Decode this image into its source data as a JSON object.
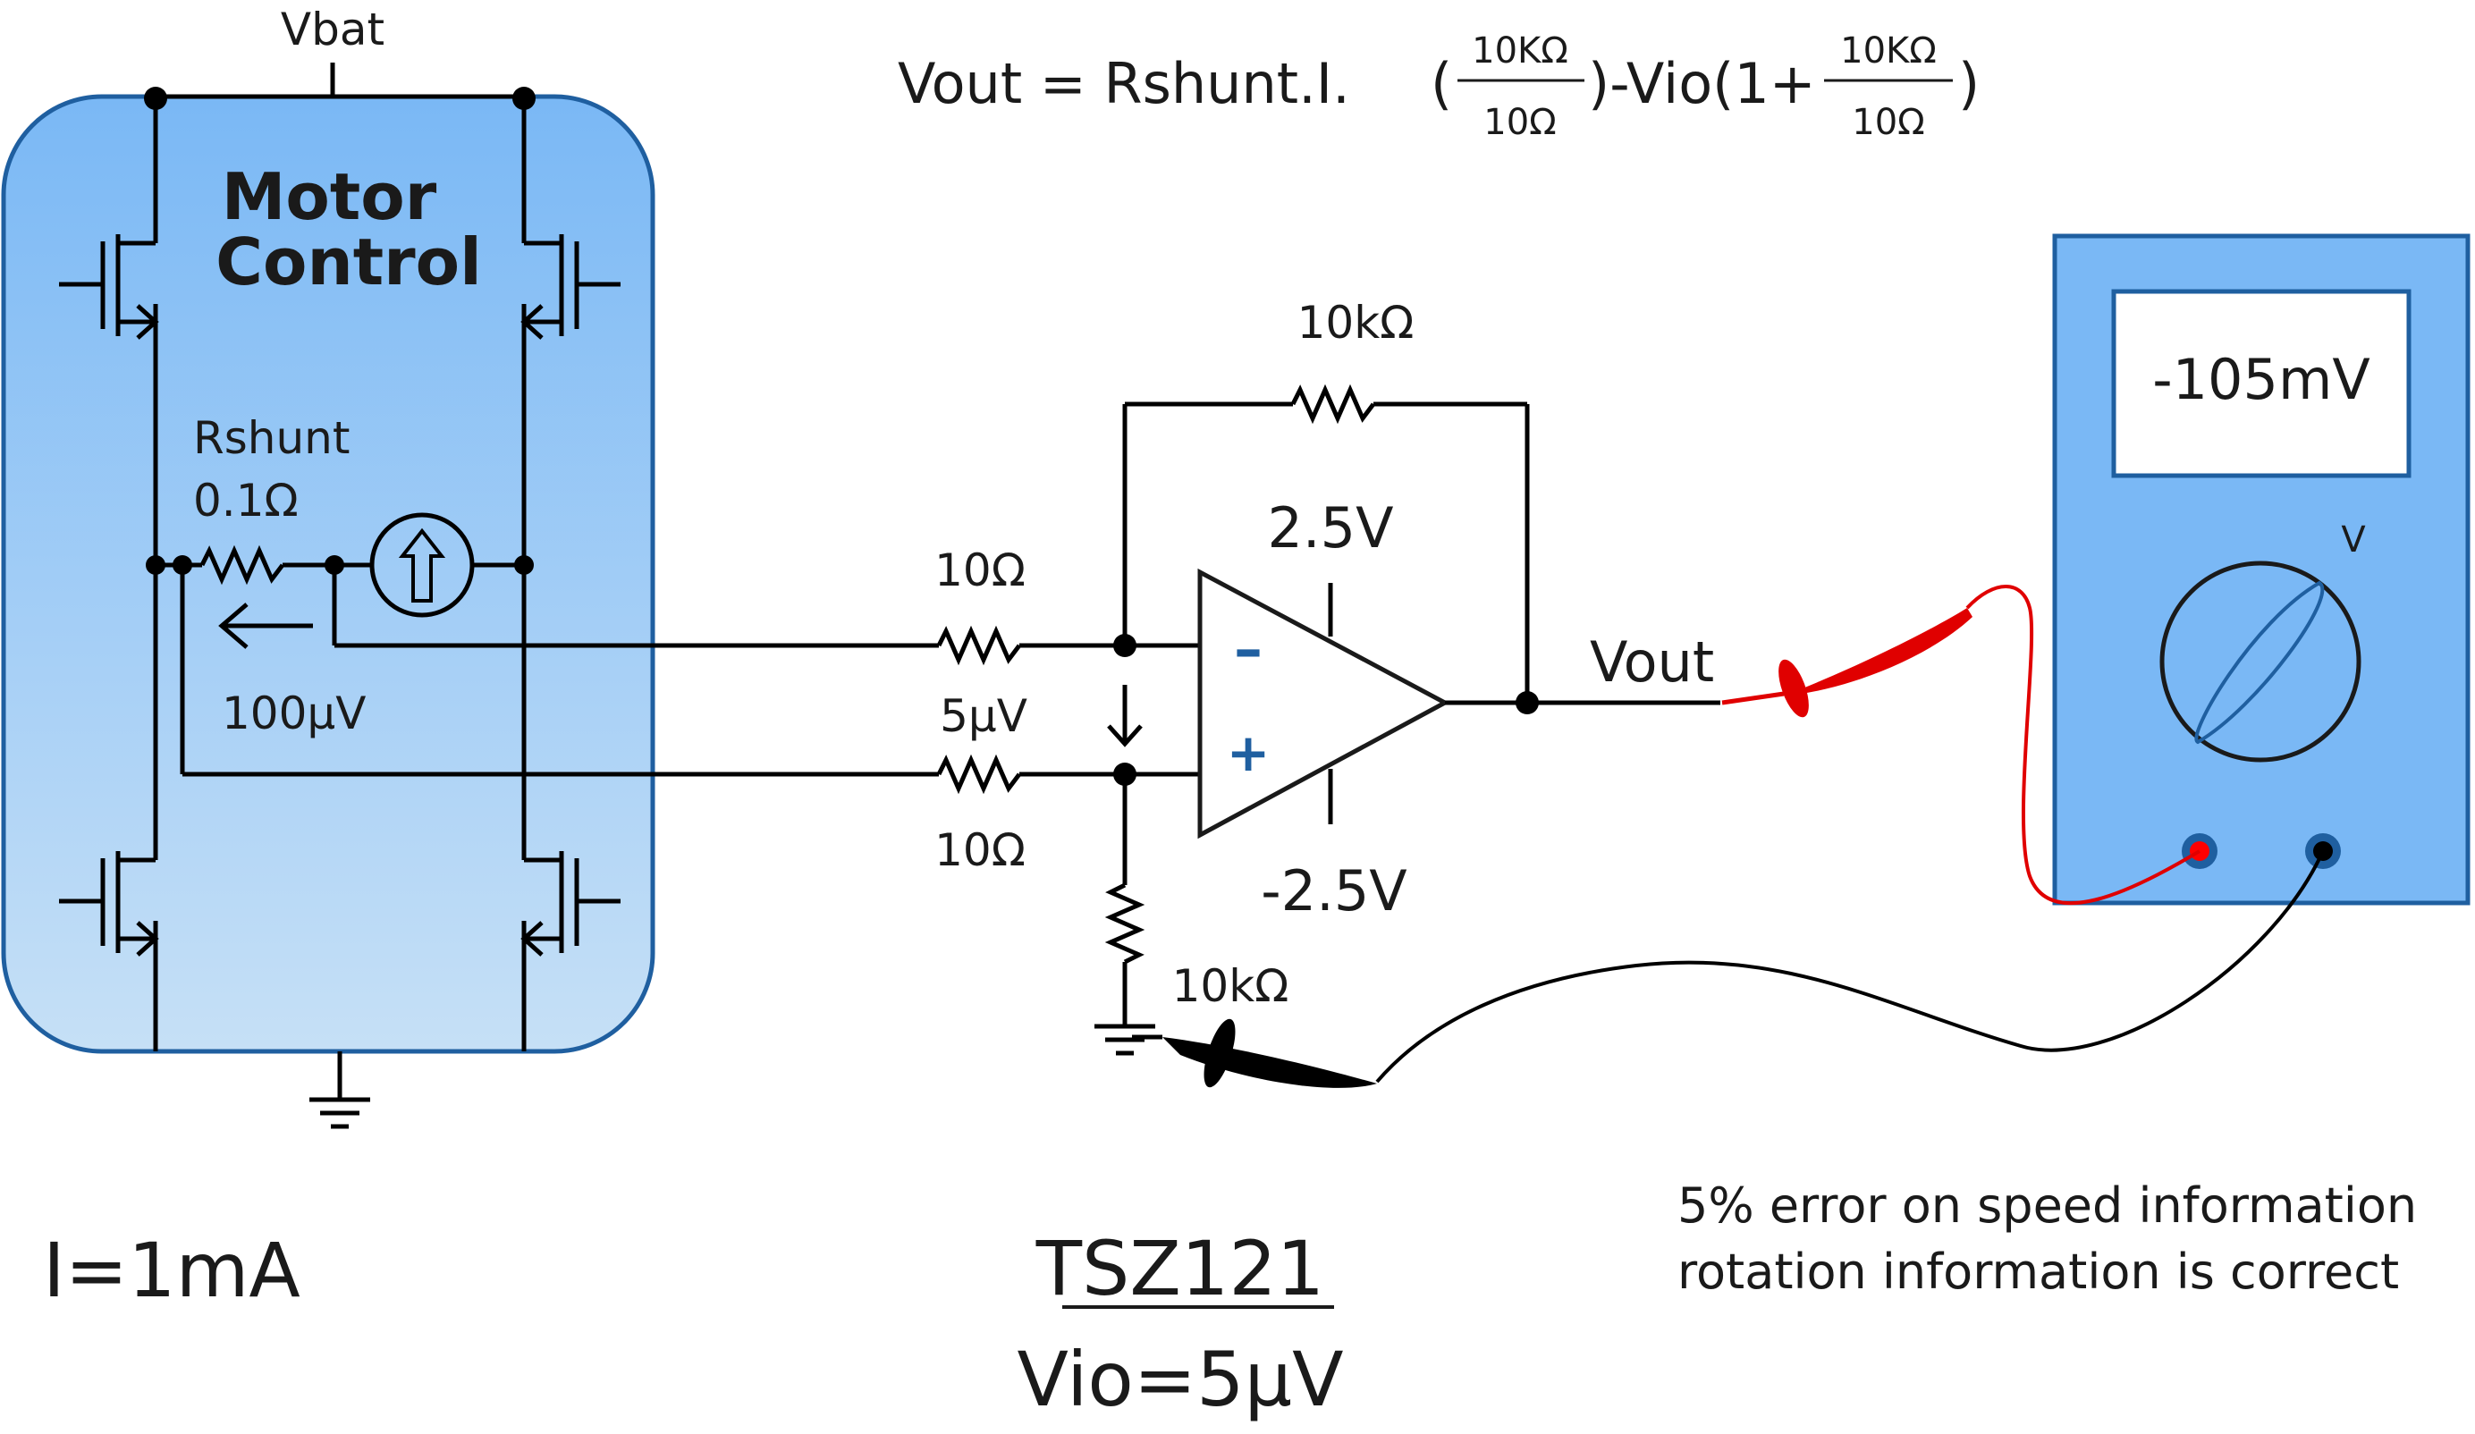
{
  "motor_block": {
    "title_line1": "Motor",
    "title_line2": "Control"
  },
  "labels": {
    "vbat": "Vbat",
    "rshunt": "Rshunt",
    "rshunt_value": "0.1Ω",
    "shunt_voltage": "100μV",
    "r_in_top": "10Ω",
    "offset_voltage": "5μV",
    "r_in_bottom": "10Ω",
    "r_feedback": "10kΩ",
    "r_ground": "10kΩ",
    "vout": "Vout",
    "current": "I=1mA",
    "part_number": "TSZ121",
    "vio": "Vio=5μV"
  },
  "op_amp": {
    "minus_sign": "–",
    "plus_sign": "+",
    "v_pos": "2.5V",
    "v_neg": "-2.5V"
  },
  "formula": {
    "main": "Vout = Rshunt.I.",
    "open_paren": "(",
    "frac1_num": "10KΩ",
    "frac1_den": "10Ω",
    "middle": ")-Vio(1+",
    "frac2_num": "10KΩ",
    "frac2_den": "10Ω",
    "close_paren": ")"
  },
  "multimeter": {
    "reading": "-105mV",
    "mode": "V"
  },
  "notes": {
    "line1": "5% error on speed information",
    "line2": "rotation information is correct"
  },
  "colors": {
    "block_fill_top": "#7ab8f5",
    "block_fill_bottom": "#c6e0f6",
    "block_stroke": "#1f5fa0",
    "probe_red": "#e00000",
    "probe_black": "#000000"
  }
}
